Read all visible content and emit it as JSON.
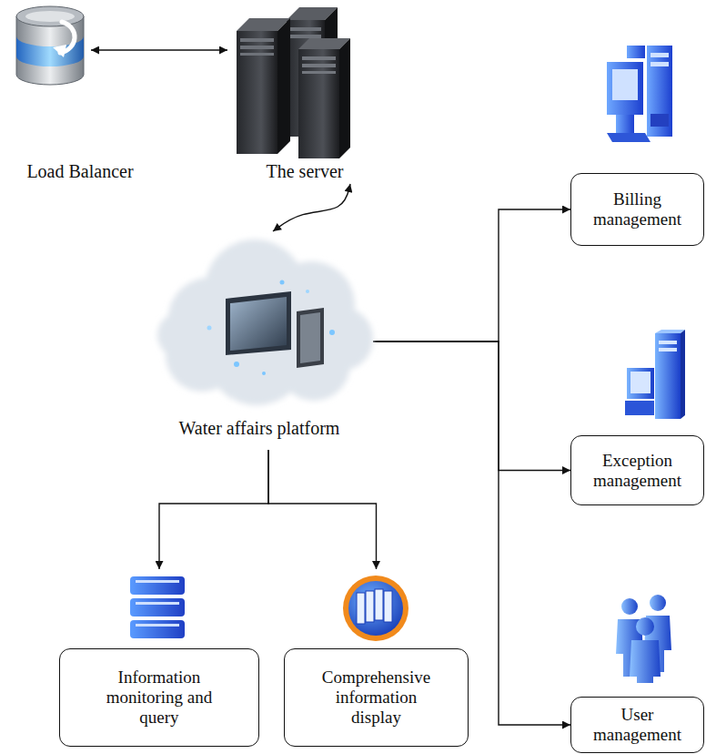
{
  "diagram": {
    "nodes": [
      {
        "text": [
          "Load Balancer"
        ]
      },
      {
        "text": [
          "The server"
        ]
      },
      {
        "text": [
          "Billing management"
        ]
      },
      {
        "text": [
          "Water affairs platform"
        ]
      },
      {
        "text": [
          "Exception management"
        ]
      },
      {
        "text": [
          "User management"
        ]
      },
      {
        "text": [
          "Information monitoring and query"
        ]
      },
      {
        "text": [
          "Comprehensive information display"
        ]
      }
    ],
    "edges": [
      {
        "from": 0,
        "to": 1,
        "arrow": "both"
      },
      {
        "from": 1,
        "to": 3,
        "arrow": "both"
      },
      {
        "from": 3,
        "to": 2,
        "arrow": "to"
      },
      {
        "from": 3,
        "to": 4,
        "arrow": "to"
      },
      {
        "from": 3,
        "to": 5,
        "arrow": "to"
      },
      {
        "from": 3,
        "to": 6,
        "arrow": "to"
      },
      {
        "from": 3,
        "to": 7,
        "arrow": "to"
      }
    ]
  }
}
